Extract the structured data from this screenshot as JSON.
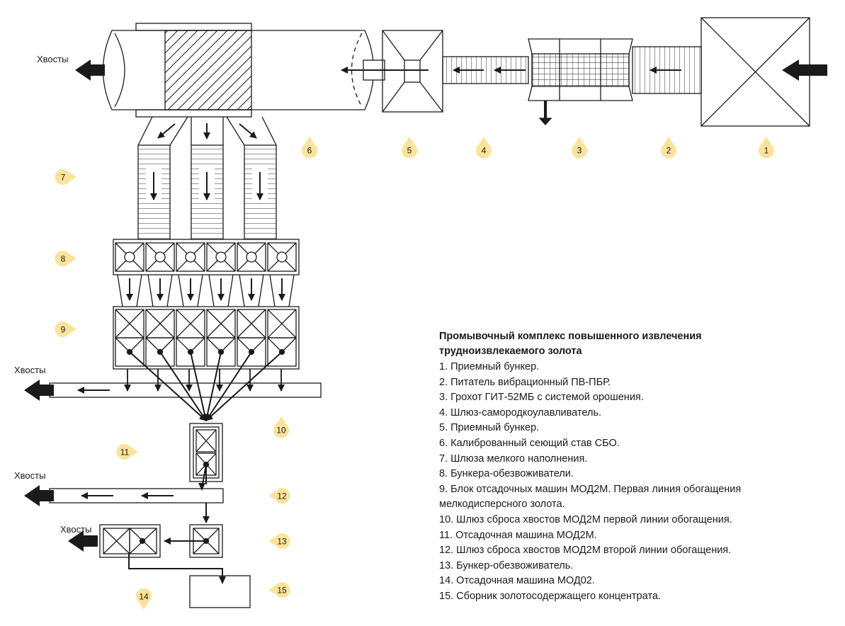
{
  "tailings_label": "Хвосты",
  "markers": [
    {
      "id": "1",
      "text": "1",
      "dir": "down"
    },
    {
      "id": "2",
      "text": "2",
      "dir": "down"
    },
    {
      "id": "3",
      "text": "3",
      "dir": "down"
    },
    {
      "id": "4",
      "text": "4",
      "dir": "down"
    },
    {
      "id": "5",
      "text": "5",
      "dir": "down"
    },
    {
      "id": "6",
      "text": "6",
      "dir": "down"
    },
    {
      "id": "7",
      "text": "7",
      "dir": "right"
    },
    {
      "id": "8",
      "text": "8",
      "dir": "right"
    },
    {
      "id": "9",
      "text": "9",
      "dir": "right"
    },
    {
      "id": "10",
      "text": "10",
      "dir": "down"
    },
    {
      "id": "11",
      "text": "11",
      "dir": "right"
    },
    {
      "id": "12",
      "text": "12",
      "dir": "left"
    },
    {
      "id": "13",
      "text": "13",
      "dir": "left"
    },
    {
      "id": "14",
      "text": "14",
      "dir": "up"
    },
    {
      "id": "15",
      "text": "15",
      "dir": "left"
    }
  ],
  "legend": {
    "title_line1": "Промывочный комплекс повышенного извлечения",
    "title_line2": "трудноизвлекаемого золота",
    "items": [
      "1. Приемный бункер.",
      "2. Питатель вибрационный ПВ-ПБР.",
      "3. Грохот ГИТ-52МБ с системой орошения.",
      "4. Шлюз-самородкоулавливатель.",
      "5. Приемный бункер.",
      "6. Калиброванный сеющий став СБО.",
      "7. Шлюза мелкого наполнения.",
      "8. Бункера-обезвоживатели.",
      "9. Блок отсадочных машин МОД2М. Первая линия обогащения",
      "мелкодисперсного золота.",
      "10. Шлюз сброса хвостов МОД2М первой линии обогащения.",
      "11. Отсадочная машина МОД2М.",
      "12. Шлюз сброса хвостов МОД2М второй линии обогащения.",
      "13. Бункер-обезвоживатель.",
      "14. Отсадочная машина МОД02.",
      "15. Сборник золотосодержащего концентрата."
    ]
  },
  "colors": {
    "marker": "#fce39a",
    "line": "#1a1a1a"
  }
}
